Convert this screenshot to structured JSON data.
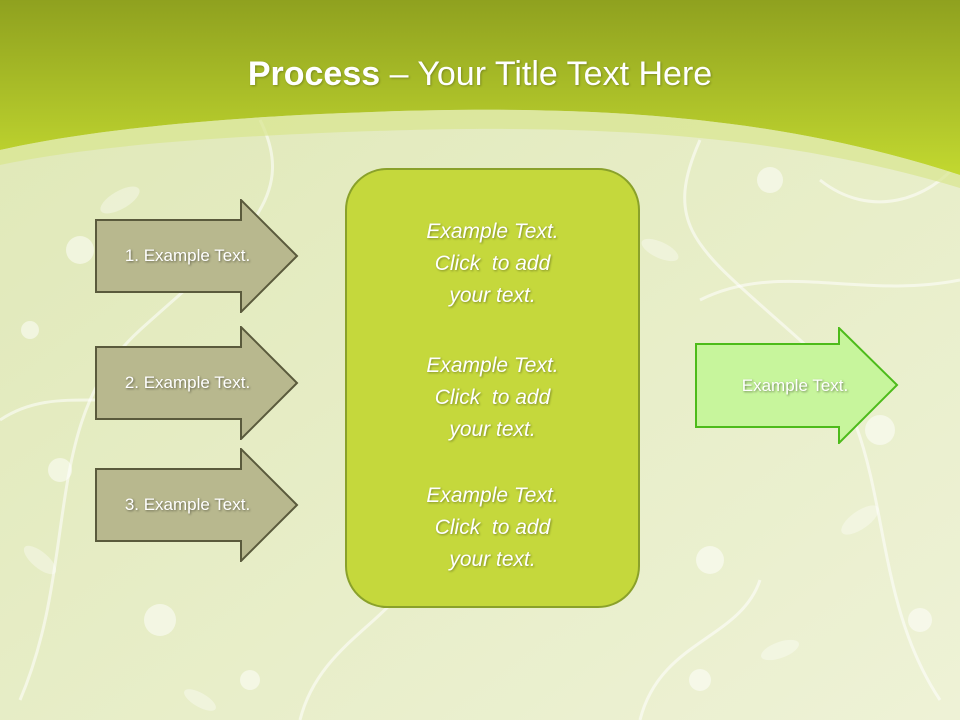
{
  "title": {
    "bold": "Process",
    "rest": " – Your Title Text Here"
  },
  "left_steps": [
    {
      "label": "1. Example Text."
    },
    {
      "label": "2. Example Text."
    },
    {
      "label": "3. Example Text."
    }
  ],
  "center_blocks": [
    {
      "line1": "Example Text.",
      "line2": "Click  to add",
      "line3": "your text."
    },
    {
      "line1": "Example Text.",
      "line2": "Click  to add",
      "line3": "your text."
    },
    {
      "line1": "Example Text.",
      "line2": "Click  to add",
      "line3": "your text."
    }
  ],
  "result": {
    "label": "Example Text."
  },
  "colors": {
    "header": "#b8cf2a",
    "step_fill": "#b8b88e",
    "step_border": "#5a5a3c",
    "center_fill": "#c5d83c",
    "result_fill": "#c7f59c",
    "result_border": "#4dbb1a"
  }
}
